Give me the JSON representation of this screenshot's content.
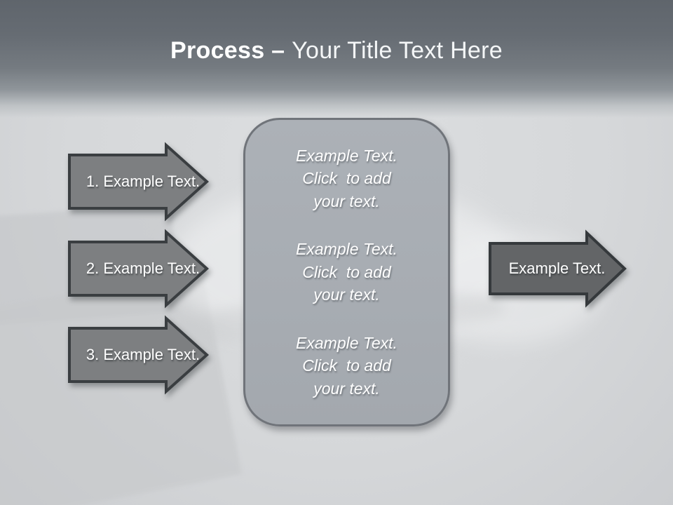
{
  "slide": {
    "title": {
      "bold": "Process",
      "sep": " – ",
      "rest": "Your Title Text Here"
    },
    "left_arrows": [
      {
        "label": "1. Example Text."
      },
      {
        "label": "2. Example Text."
      },
      {
        "label": "3. Example Text."
      }
    ],
    "center_box": {
      "blocks": [
        {
          "line1": "Example Text.",
          "line2": "Click  to add",
          "line3": "your text."
        },
        {
          "line1": "Example Text.",
          "line2": "Click  to add",
          "line3": "your text."
        },
        {
          "line1": "Example Text.",
          "line2": "Click  to add",
          "line3": "your text."
        }
      ]
    },
    "right_arrow": {
      "label": "Example Text."
    },
    "colors": {
      "header_top": "#5f656c",
      "body_bg": "#d7d9db",
      "left_arrow_fill": "#7d7f81",
      "right_arrow_fill": "#636567",
      "arrow_border": "#3a3e41",
      "box_fill": "#a9aeb4",
      "box_border": "#70747a",
      "text": "#ffffff"
    }
  }
}
